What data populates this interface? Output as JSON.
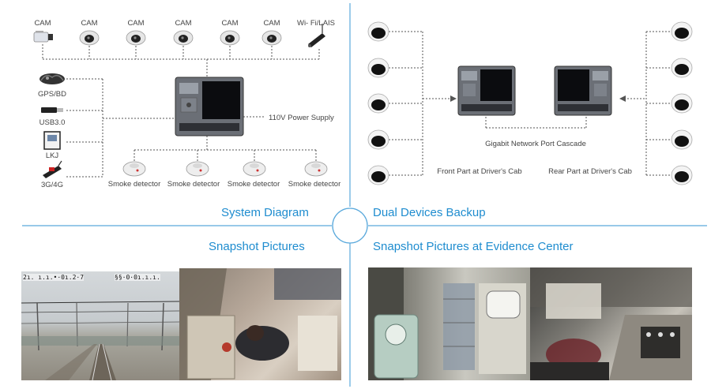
{
  "system": {
    "title": "System Diagram",
    "cam_label": "CAM",
    "wifi_label": "Wi- Fi/LAIS",
    "devices": [
      "GPS/BD",
      "USB3.0",
      "LKJ",
      "3G/4G"
    ],
    "power_label": "110V Power Supply",
    "smoke_label": "Smoke detector"
  },
  "backup": {
    "title": "Dual Devices Backup",
    "cascade_label": "Gigabit Network Port Cascade",
    "front_label": "Front Part at Driver's Cab",
    "rear_label": "Rear Part at Driver's Cab"
  },
  "snapshot": {
    "title": "Snapshot Pictures",
    "overlay_left": "2ı. ı.ı.•·0ı.2·7",
    "overlay_right": "§§·0·0ı.ı.ı."
  },
  "evidence": {
    "title": "Snapshot Pictures at Evidence Center"
  },
  "colors": {
    "accent": "#1e8ccf",
    "line": "#5aa9dc",
    "dotted": "#555555"
  }
}
